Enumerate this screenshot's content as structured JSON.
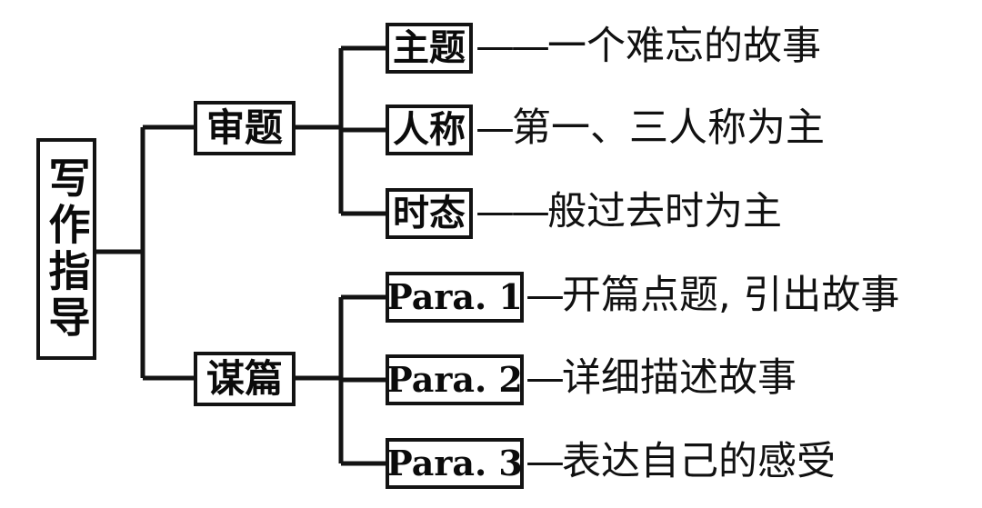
{
  "diagram": {
    "title": "写作指导",
    "type": "mind-map",
    "root": {
      "label": "写作指导",
      "orientation": "vertical"
    },
    "branches": [
      {
        "label": "审题",
        "leaves": [
          {
            "box": "主题",
            "dash": "——",
            "description": "一个难忘的故事"
          },
          {
            "box": "人称",
            "dash": "—",
            "description": "第一、三人称为主"
          },
          {
            "box": "时态",
            "dash": "——",
            "description": "般过去时为主"
          }
        ]
      },
      {
        "label": "谋篇",
        "leaves": [
          {
            "box": "Para. 1",
            "dash": "—",
            "description": "开篇点题, 引出故事"
          },
          {
            "box": "Para. 2",
            "dash": "—",
            "description": "详细描述故事"
          },
          {
            "box": "Para. 3",
            "dash": "—",
            "description": "表达自己的感受"
          }
        ]
      }
    ],
    "colors": {
      "ink": "#131313",
      "paper": "#ffffff"
    }
  }
}
